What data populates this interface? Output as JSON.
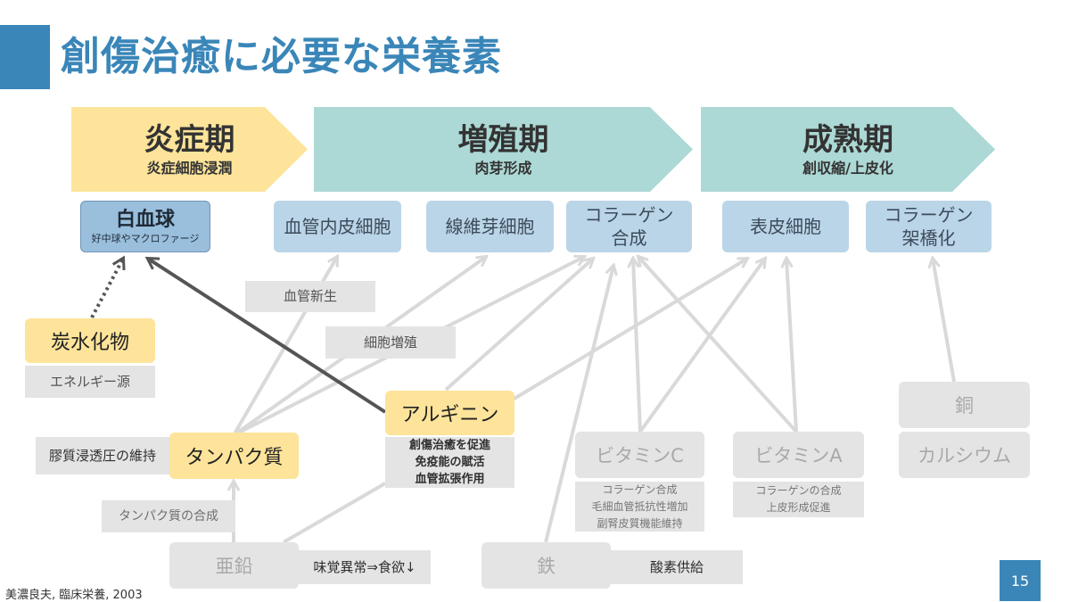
{
  "slide": {
    "title": "創傷治癒に必要な栄養素",
    "citation": "美濃良夫, 臨床栄養, 2003",
    "page_number": "15"
  },
  "phases": [
    {
      "title": "炎症期",
      "subtitle": "炎症細胞浸潤",
      "color": "#fde49a"
    },
    {
      "title": "増殖期",
      "subtitle": "肉芽形成",
      "color": "#acd8d5"
    },
    {
      "title": "成熟期",
      "subtitle": "創収縮/上皮化",
      "color": "#acd8d5"
    }
  ],
  "targets": {
    "white_blood_cell": {
      "label": "白血球",
      "sub": "好中球やマクロファージ"
    },
    "endothelial": "血管内皮細胞",
    "fibroblast": "線維芽細胞",
    "collagen_synthesis": [
      "コラーゲン",
      "合成"
    ],
    "epidermal": "表皮細胞",
    "collagen_crosslink": [
      "コラーゲン",
      "架橋化"
    ]
  },
  "process_labels": {
    "angiogenesis": "血管新生",
    "cell_proliferation": "細胞増殖"
  },
  "nutrients": {
    "carbohydrate": {
      "name": "炭水化物",
      "note": "エネルギー源"
    },
    "protein": {
      "name": "タンパク質",
      "note": "膠質浸透圧の維持",
      "note2": "タンパク質の合成"
    },
    "arginine": {
      "name": "アルギニン",
      "notes": [
        "創傷治癒を促進",
        "免疫能の賦活",
        "血管拡張作用"
      ]
    },
    "vitamin_c": {
      "name": "ビタミンC",
      "notes": [
        "コラーゲン合成",
        "毛細血管抵抗性増加",
        "副腎皮質機能維持"
      ]
    },
    "vitamin_a": {
      "name": "ビタミンA",
      "notes": [
        "コラーゲンの合成",
        "上皮形成促進"
      ]
    },
    "copper": {
      "name": "銅"
    },
    "calcium": {
      "name": "カルシウム"
    },
    "zinc": {
      "name": "亜鉛",
      "note": "味覚異常⇒食欲↓"
    },
    "iron": {
      "name": "鉄",
      "note": "酸素供給"
    }
  },
  "colors": {
    "accent": "#3a86b8",
    "target_blue": "#bad5e8",
    "nutrient_yellow": "#fde49a",
    "inactive_gray": "#e4e4e4",
    "arrow_dark": "#555555",
    "arrow_light": "#d9d9d9"
  }
}
